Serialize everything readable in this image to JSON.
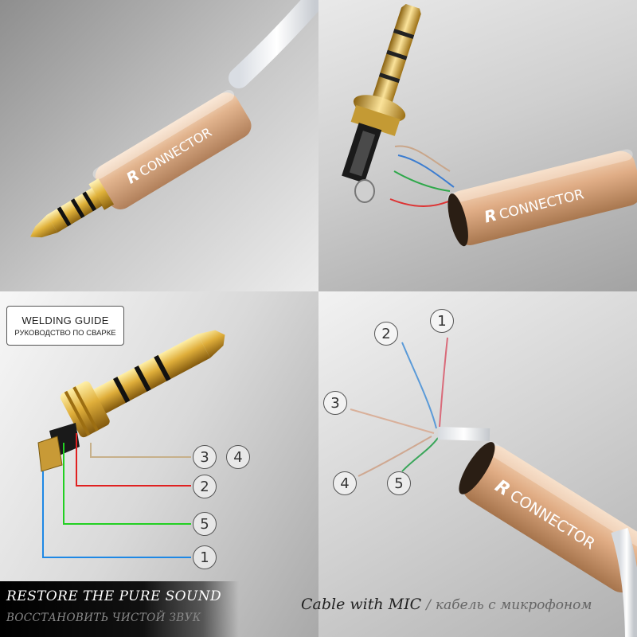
{
  "top_left": {
    "brand": "CONNECTOR",
    "logo_letter": "R"
  },
  "top_right": {
    "brand": "CONNECTOR",
    "logo_letter": "R"
  },
  "welding_guide": {
    "title_en": "WELDING GUIDE",
    "title_ru": "РУКОВОДСТВО ПО СВАРКЕ"
  },
  "wiring_labels": [
    {
      "num": "3",
      "wire_color": "#c7b08a"
    },
    {
      "num": "4",
      "wire_color": "#c7b08a"
    },
    {
      "num": "2",
      "wire_color": "#e02020"
    },
    {
      "num": "5",
      "wire_color": "#22d022"
    },
    {
      "num": "1",
      "wire_color": "#1e88e5"
    }
  ],
  "cable_wire_numbers": [
    "2",
    "1",
    "3",
    "4",
    "5"
  ],
  "bottom_right": {
    "brand": "CONNECTOR",
    "logo_letter": "R"
  },
  "slogan": {
    "en": "RESTORE THE PURE SOUND",
    "ru": "ВОССТАНОВИТЬ ЧИСТОЙ ЗВУК"
  },
  "caption": {
    "en": "Cable with MIC",
    "sep": "/",
    "ru": "кабель с микрофоном"
  }
}
